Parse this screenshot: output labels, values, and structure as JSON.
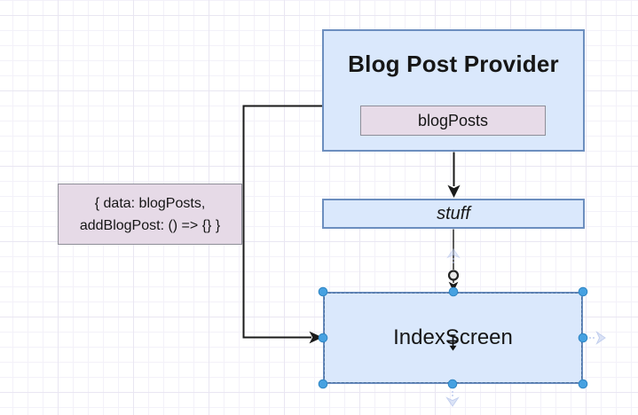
{
  "diagram": {
    "nodes": {
      "provider": {
        "title": "Blog Post Provider",
        "type": "container"
      },
      "blog_posts": {
        "label": "blogPosts"
      },
      "stuff": {
        "label": "stuff"
      },
      "index_screen": {
        "label": "IndexScreen",
        "selected": true
      }
    },
    "edges": {
      "provider_to_index_screen": {
        "from": "Blog Post Provider",
        "to": "IndexScreen",
        "label_line1": "{ data: blogPosts,",
        "label_line2": "addBlogPost: () => {} }"
      },
      "provider_to_stuff": {
        "from": "Blog Post Provider",
        "to": "stuff"
      },
      "stuff_to_index_screen": {
        "from": "stuff",
        "to": "IndexScreen"
      }
    },
    "colors": {
      "node_fill_blue": "#dae8fc",
      "node_border_blue": "#6c8ebf",
      "label_fill_purple": "#e6dae7",
      "label_border_gray": "#8e8e98",
      "edge_stroke": "#1a1a1a",
      "selection_handle": "#46a1e1"
    }
  }
}
